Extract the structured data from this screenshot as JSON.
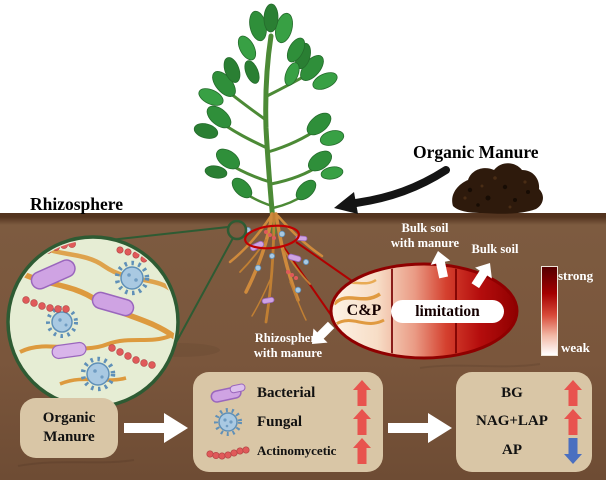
{
  "headings": {
    "organic_manure": "Organic Manure",
    "rhizosphere": "Rhizosphere"
  },
  "soil_labels": {
    "bulk_soil_with_manure": {
      "line1": "Bulk soil",
      "line2": "with manure"
    },
    "bulk_soil": "Bulk soil",
    "rhizosphere_with_manure": {
      "line1": "Rhizosphere",
      "line2": "with manure"
    }
  },
  "limitation_ellipse": {
    "prefix": "C&P",
    "word": "limitation"
  },
  "legend": {
    "top": "strong",
    "bottom": "weak"
  },
  "flow": {
    "source": {
      "line1": "Organic",
      "line2": "Manure"
    },
    "microbes": [
      {
        "label": "Bacterial",
        "trend": "up"
      },
      {
        "label": "Fungal",
        "trend": "up"
      },
      {
        "label": "Actinomycetic",
        "trend": "up"
      }
    ],
    "enzymes": [
      {
        "label": "BG",
        "trend": "up"
      },
      {
        "label": "NAG+LAP",
        "trend": "up"
      },
      {
        "label": "AP",
        "trend": "down"
      }
    ]
  },
  "colors": {
    "soil": "#7a563c",
    "panel": "#d9c6a6",
    "up_arrow": "#e8534e",
    "down_arrow": "#4a6fc0",
    "ellipse_dark_red": "#8f0000",
    "microbe_purple": "#cfa3e3",
    "microbe_blue": "#a9c9e2",
    "microbe_red": "#e05a5a",
    "hyphae_orange": "#dd9a3e",
    "plant_green": "#2f8f3a"
  }
}
